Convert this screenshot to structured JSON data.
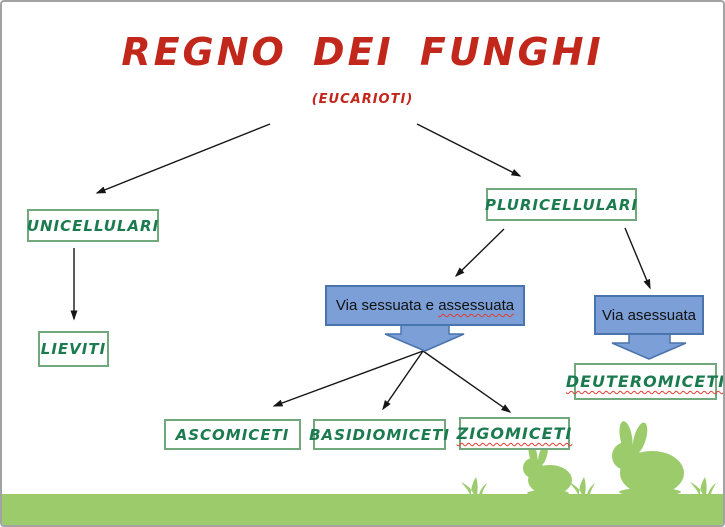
{
  "title": {
    "text": "REGNO DEI FUNGHI",
    "subtitle": "(EUCARIOTI)"
  },
  "nodes": {
    "unicellulari": "UNICELLULARI",
    "pluricellulari": "PLURICELLULARI",
    "lieviti": "LIEVITI",
    "ascomiceti": "ASCOMICETI",
    "basidiomiceti": "BASIDIOMICETI",
    "zigomiceti": "ZIGOMICETI",
    "deuteromiceti": "DEUTEROMICETI",
    "via_sessuata_prefix": "Via sessuata e",
    "via_sessuata_marked": "assessuata",
    "via_asessuata": "Via asessuata"
  },
  "edges": [
    {
      "from": "REGNO DEI FUNGHI",
      "to": "UNICELLULARI"
    },
    {
      "from": "REGNO DEI FUNGHI",
      "to": "PLURICELLULARI"
    },
    {
      "from": "UNICELLULARI",
      "to": "LIEVITI"
    },
    {
      "from": "PLURICELLULARI",
      "to": "Via sessuata e assessuata"
    },
    {
      "from": "PLURICELLULARI",
      "to": "Via asessuata"
    },
    {
      "from": "Via sessuata e assessuata",
      "to": "ASCOMICETI"
    },
    {
      "from": "Via sessuata e assessuata",
      "to": "BASIDIOMICETI"
    },
    {
      "from": "Via sessuata e assessuata",
      "to": "ZIGOMICETI"
    },
    {
      "from": "Via asessuata",
      "to": "DEUTEROMICETI"
    }
  ],
  "spellcheck_marked_words": [
    "assessuata",
    "ZIGOMICETI",
    "DEUTEROMICETI"
  ],
  "colors": {
    "title_red": "#c2271b",
    "green_box_border": "#71a87c",
    "green_box_text": "#1b7b4f",
    "blue_fill": "#7b9fd6",
    "blue_border": "#4a74ae",
    "grass_green": "#9ccb6c",
    "arrow_black": "#161616",
    "squiggle_red": "#e03c31",
    "slide_border_gray": "#a3a3a3"
  },
  "decorations": {
    "bunnies": 2,
    "grass_tufts": 3
  }
}
